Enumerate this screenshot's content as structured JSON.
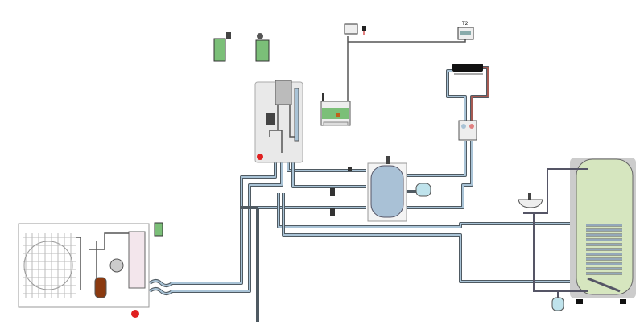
{
  "diagram": {
    "thermostat_label": "T2",
    "colors": {
      "pipe_outline": "#4f5a62",
      "pipe_fill": "#a9c3d6",
      "hot_pipe": "#a55a52",
      "buffer_tank": "#a9c1d6",
      "dhw_tank": "#d6e6bf",
      "controller": "#7bbf78",
      "stop_button": "#e02020",
      "refrigerant": "#8b3a10"
    },
    "components": [
      "outdoor-unit",
      "indoor-unit",
      "controller",
      "buffer-tank",
      "expansion-vessel",
      "radiator",
      "mixing-valve",
      "thermostat",
      "dhw-tank",
      "sink",
      "cold-water-expansion-vessel"
    ]
  }
}
